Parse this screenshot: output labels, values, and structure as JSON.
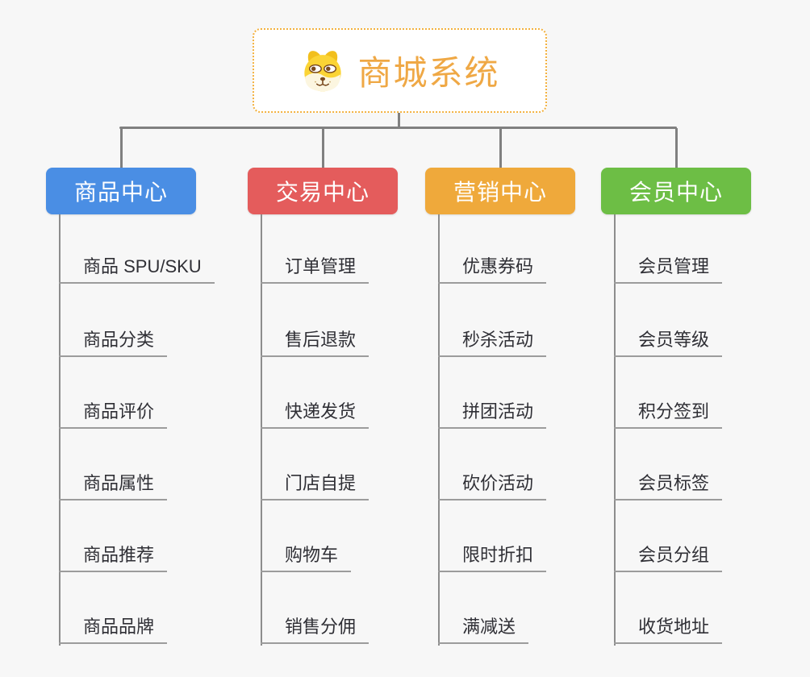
{
  "root": {
    "title": "商城系统",
    "icon": "dog-face-icon",
    "border_color": "#F3B13E",
    "title_color": "#EFA845"
  },
  "connector_color": "#808080",
  "underline_color": "#9c9c9c",
  "background_color": "#f7f7f7",
  "branches": [
    {
      "label": "商品中心",
      "color": "#4A8EE4",
      "items": [
        "商品 SPU/SKU",
        "商品分类",
        "商品评价",
        "商品属性",
        "商品推荐",
        "商品品牌"
      ]
    },
    {
      "label": "交易中心",
      "color": "#E45C5C",
      "items": [
        "订单管理",
        "售后退款",
        "快递发货",
        "门店自提",
        "购物车",
        "销售分佣"
      ]
    },
    {
      "label": "营销中心",
      "color": "#EFA93B",
      "items": [
        "优惠券码",
        "秒杀活动",
        "拼团活动",
        "砍价活动",
        "限时折扣",
        "满减送"
      ]
    },
    {
      "label": "会员中心",
      "color": "#6DBE45",
      "items": [
        "会员管理",
        "会员等级",
        "积分签到",
        "会员标签",
        "会员分组",
        "收货地址"
      ]
    }
  ]
}
